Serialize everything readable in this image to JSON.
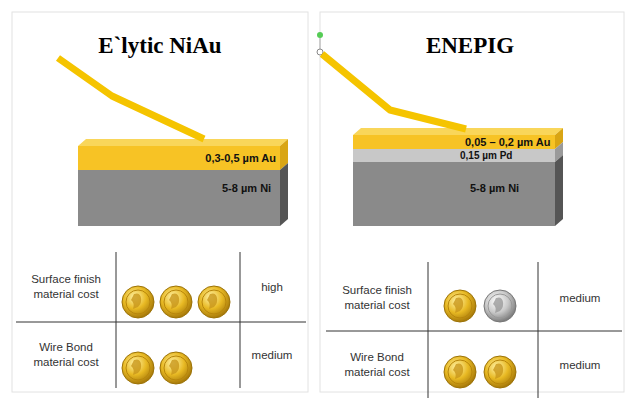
{
  "diagram": {
    "nodes": [
      {
        "text": [
          "0,3-0,5 µm Au"
        ]
      },
      {
        "text": [
          "5-8 µm Ni"
        ]
      },
      {
        "text": [
          "0,05 – 0,2 µm Au"
        ]
      },
      {
        "text": [
          "0,15 µm Pd"
        ]
      },
      {
        "text": [
          "5-8 µm Ni"
        ]
      }
    ],
    "labels": [
      "E`lytic NiAu",
      "ENEPIG",
      "Surface finish material cost",
      "high",
      "Wire Bond material cost",
      "medium",
      "Surface finish material cost",
      "medium",
      "Wire Bond material cost",
      "medium"
    ]
  }
}
